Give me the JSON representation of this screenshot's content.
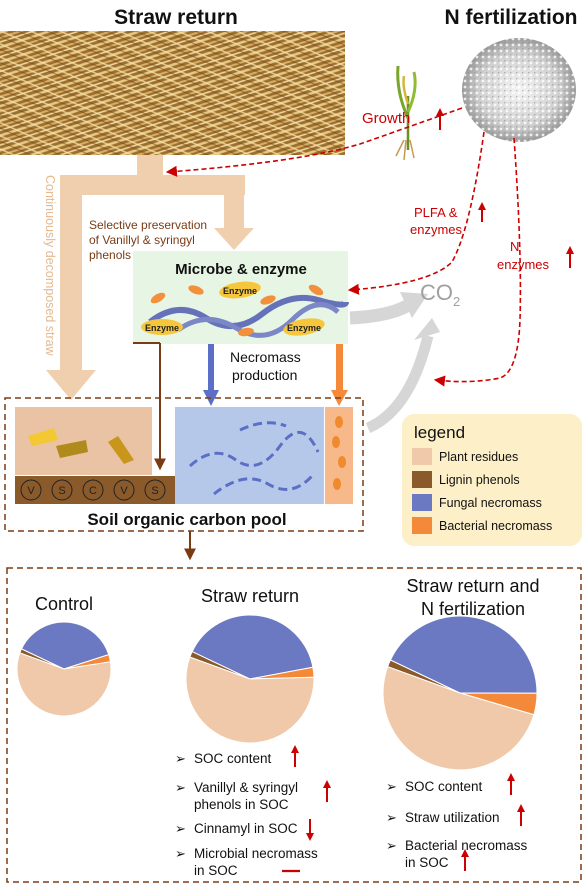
{
  "headers": {
    "straw_return": "Straw return",
    "n_fertilization": "N fertilization"
  },
  "top_labels": {
    "growth": "Growth",
    "plfa_line1": "PLFA &",
    "plfa_line2": "enzymes",
    "n_line1": "N",
    "n_line2": "enzymes",
    "co2": "CO",
    "co2_sub": "2",
    "continuously_decomposed": "Continuously decomposed straw",
    "selective_line1": "Selective preservation",
    "selective_line2": "of Vanillyl & syringyl",
    "selective_line3": "phenols",
    "microbe_title": "Microbe & enzyme",
    "enzyme": "Enzyme",
    "necromass_line1": "Necromass",
    "necromass_line2": "production",
    "lignin_v": "V",
    "lignin_s": "S",
    "lignin_c": "C",
    "soc_pool": "Soil organic carbon pool"
  },
  "legend": {
    "title": "legend",
    "items": [
      {
        "label": "Plant residues",
        "color": "#efc9a9"
      },
      {
        "label": "Lignin phenols",
        "color": "#8b5a2b"
      },
      {
        "label": "Fungal necromass",
        "color": "#6b79c2"
      },
      {
        "label": "Bacterial necromass",
        "color": "#f5893a"
      }
    ]
  },
  "colors": {
    "straw_arrow": "#f0cfae",
    "red_dashed": "#cc0000",
    "lignin_arrow": "#7a3b14",
    "fungal_arrow": "#5b6fc6",
    "bacterial_arrow": "#f5893a",
    "soc_box_border": "#7a3b14",
    "microbe_box": "#e7f6e4",
    "plant_box": "#e9c3a4",
    "fungal_box": "#b6c8ea",
    "bacterial_box": "#f7b98a",
    "legend_bg": "#fdf0c8"
  },
  "pies": [
    {
      "title": "Control",
      "slices": [
        {
          "label": "Plant residues",
          "value": 58
        },
        {
          "label": "Lignin phenols",
          "value": 1.5
        },
        {
          "label": "Fungal necromass",
          "value": 38
        },
        {
          "label": "Bacterial necromass",
          "value": 2.5
        }
      ]
    },
    {
      "title": "Straw return",
      "slices": [
        {
          "label": "Plant residues",
          "value": 56
        },
        {
          "label": "Lignin phenols",
          "value": 1.5
        },
        {
          "label": "Fungal necromass",
          "value": 40
        },
        {
          "label": "Bacterial necromass",
          "value": 2.5
        }
      ]
    },
    {
      "title_line1": "Straw return and",
      "title_line2": "N fertilization",
      "slices": [
        {
          "label": "Plant residues",
          "value": 51
        },
        {
          "label": "Lignin phenols",
          "value": 1.5
        },
        {
          "label": "Fungal necromass",
          "value": 43
        },
        {
          "label": "Bacterial necromass",
          "value": 4.5
        }
      ]
    }
  ],
  "straw_bullets": [
    {
      "lines": [
        "SOC content"
      ],
      "trend": "up"
    },
    {
      "lines": [
        "Vanillyl & syringyl",
        "phenols in SOC"
      ],
      "trend": "up"
    },
    {
      "lines": [
        "Cinnamyl in SOC"
      ],
      "trend": "down"
    },
    {
      "lines": [
        "Microbial necromass",
        "in SOC"
      ],
      "trend": "flat"
    }
  ],
  "n_bullets": [
    {
      "lines": [
        "SOC content"
      ],
      "trend": "up"
    },
    {
      "lines": [
        "Straw utilization"
      ],
      "trend": "up"
    },
    {
      "lines": [
        "Bacterial necromass",
        "in SOC"
      ],
      "trend": "up"
    }
  ],
  "bullet_symbol": "➢"
}
